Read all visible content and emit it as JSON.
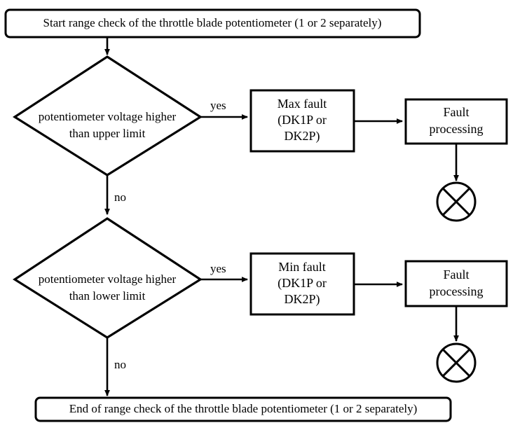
{
  "diagram": {
    "title": "Throttle blade potentiometer range check flowchart",
    "background_color": "#ffffff",
    "line_color": "#000000",
    "nodes": {
      "start": {
        "type": "terminator",
        "label": "Start range check of the throttle blade potentiometer (1 or 2 separately)"
      },
      "decision_upper": {
        "type": "decision",
        "line1": "potentiometer voltage higher",
        "line2": "than upper limit"
      },
      "max_fault": {
        "type": "process",
        "line1": "Max fault",
        "line2": "(DK1P or",
        "line3": "DK2P)"
      },
      "fault_processing_1": {
        "type": "process",
        "line1": "Fault",
        "line2": "processing"
      },
      "terminator_1": {
        "type": "crossed-circle",
        "label": ""
      },
      "decision_lower": {
        "type": "decision",
        "line1": "potentiometer voltage higher",
        "line2": "than lower limit"
      },
      "min_fault": {
        "type": "process",
        "line1": "Min fault",
        "line2": "(DK1P or",
        "line3": "DK2P)"
      },
      "fault_processing_2": {
        "type": "process",
        "line1": "Fault",
        "line2": "processing"
      },
      "terminator_2": {
        "type": "crossed-circle",
        "label": ""
      },
      "end": {
        "type": "terminator",
        "label": "End of range check of the throttle blade potentiometer (1 or 2 separately)"
      }
    },
    "edge_labels": {
      "yes_upper": "yes",
      "no_upper": "no",
      "yes_lower": "yes",
      "no_lower": "no"
    }
  }
}
